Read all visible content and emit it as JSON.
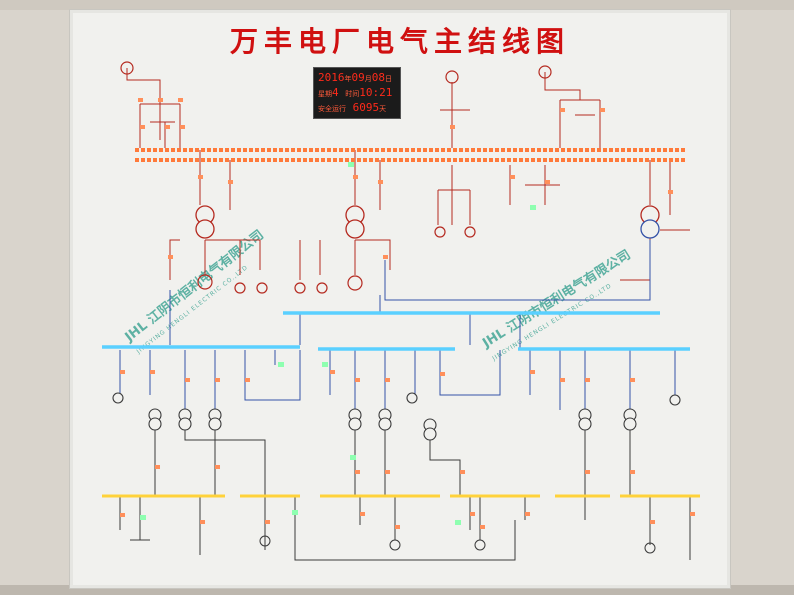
{
  "board": {
    "title": "万丰电厂电气主结线图"
  },
  "clock": {
    "date_year": "2016",
    "date_year_suffix": "年",
    "date_month": "09",
    "date_month_suffix": "月",
    "date_day": "08",
    "date_day_suffix": "日",
    "weekday_label": "星期",
    "weekday_value": "4",
    "time_label": "时间",
    "time_value": "10:21",
    "safe_label": "安全运行",
    "safe_days": "6095",
    "safe_unit": "天"
  },
  "watermarks": [
    {
      "brand": "JHL",
      "name": "江阴市恒利电气有限公司",
      "sub": "JINGYING HENGLI ELECTRIC CO.,LTD"
    },
    {
      "brand": "JHL",
      "name": "江阴市恒利电气有限公司",
      "sub": "JINGYING HENGLI ELECTRIC CO.,LTD"
    }
  ],
  "colors": {
    "board": "#f1f1ee",
    "line_red": "#b52a20",
    "line_blue": "#3553a8",
    "line_dark": "#3a3a3a",
    "bus_high": "#ff7a3a",
    "bus_mid": "#5ad0ff",
    "bus_low": "#ffd23a",
    "indicator_red": "#ff8f5a",
    "indicator_green": "#8effb0",
    "title": "#d01010",
    "watermark": "#2c9c8a"
  }
}
